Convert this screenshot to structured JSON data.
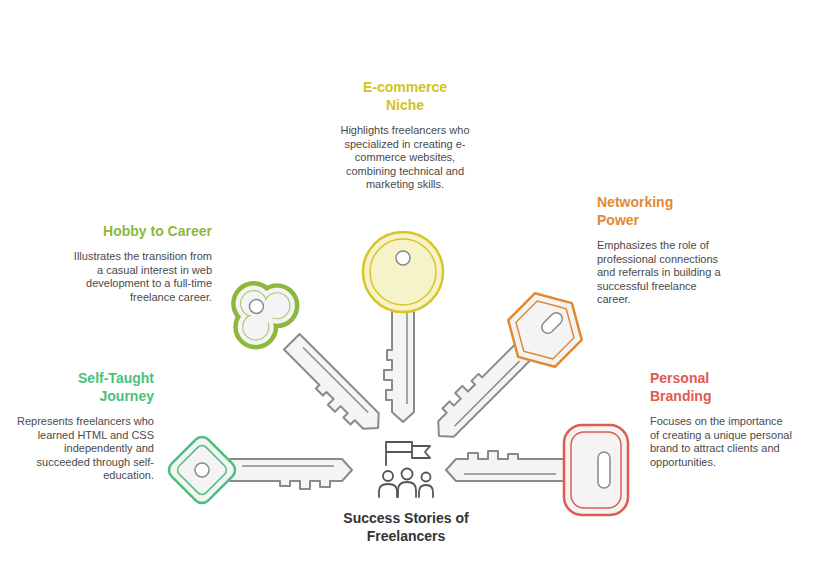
{
  "diagram": {
    "title": "Success Stories of Freelancers",
    "nodes": [
      {
        "text": [
          "Self-Taught Journey",
          "Represents freelancers who learned HTML and CSS independently and succeeded through self-education."
        ]
      },
      {
        "text": [
          "Hobby to Career",
          "Illustrates the transition from a casual interest in web development to a full-time freelance career."
        ]
      },
      {
        "text": [
          "E-commerce Niche",
          "Highlights freelancers who specialized in creating e-commerce websites, combining technical and marketing skills."
        ]
      },
      {
        "text": [
          "Networking Power",
          "Emphasizes the role of professional connections and referrals in building a successful freelance career."
        ]
      },
      {
        "text": [
          "Personal Branding",
          "Focuses on the importance of creating a unique personal brand to attract clients and opportunities."
        ]
      }
    ]
  }
}
